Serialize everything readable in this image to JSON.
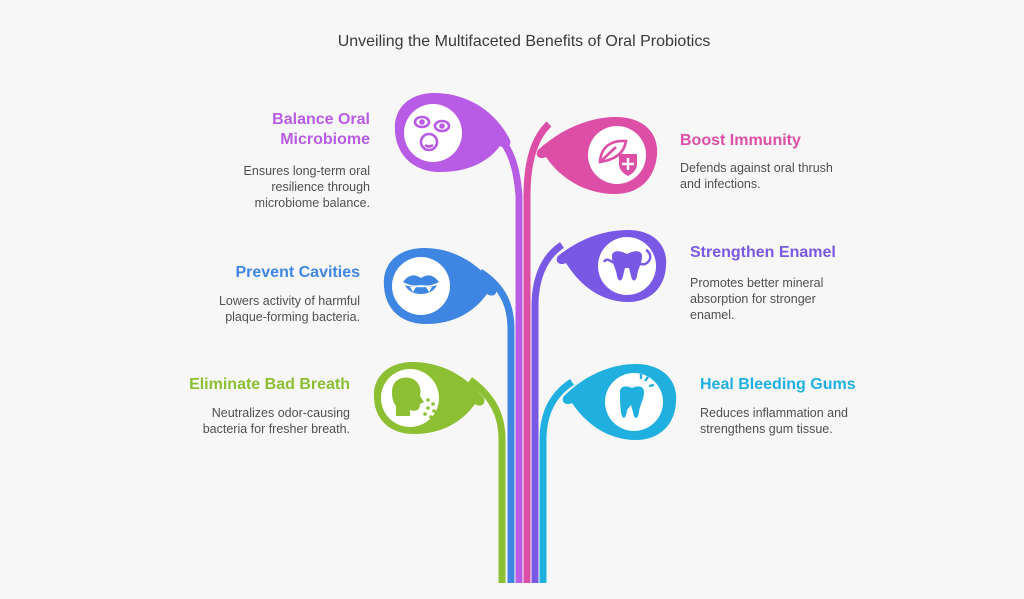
{
  "title": "Unveiling the Multifaceted Benefits of Oral Probiotics",
  "colors": {
    "balance": "#b85ce6",
    "immunity": "#dd4ea6",
    "cavities": "#3f86e3",
    "enamel": "#7a58e6",
    "breath": "#8dbf33",
    "gums": "#1fb0df"
  },
  "benefits": [
    {
      "id": "balance",
      "side": "left",
      "heading": "Balance Oral Microbiome",
      "description": "Ensures long-term oral resilience through microbiome balance.",
      "icon": "microbes-icon"
    },
    {
      "id": "immunity",
      "side": "right",
      "heading": "Boost Immunity",
      "description": "Defends against oral thrush and infections.",
      "icon": "shield-leaf-icon"
    },
    {
      "id": "cavities",
      "side": "left",
      "heading": "Prevent Cavities",
      "description": "Lowers activity of harmful plaque-forming bacteria.",
      "icon": "mouth-teeth-icon"
    },
    {
      "id": "enamel",
      "side": "right",
      "heading": "Strengthen Enamel",
      "description": "Promotes better mineral absorption for stronger enamel.",
      "icon": "tooth-floss-icon"
    },
    {
      "id": "breath",
      "side": "left",
      "heading": "Eliminate Bad Breath",
      "description": "Neutralizes odor-causing bacteria for fresher breath.",
      "icon": "head-breath-icon"
    },
    {
      "id": "gums",
      "side": "right",
      "heading": "Heal Bleeding Gums",
      "description": "Reduces inflammation and strengthens gum tissue.",
      "icon": "tooth-sparkle-icon"
    }
  ]
}
